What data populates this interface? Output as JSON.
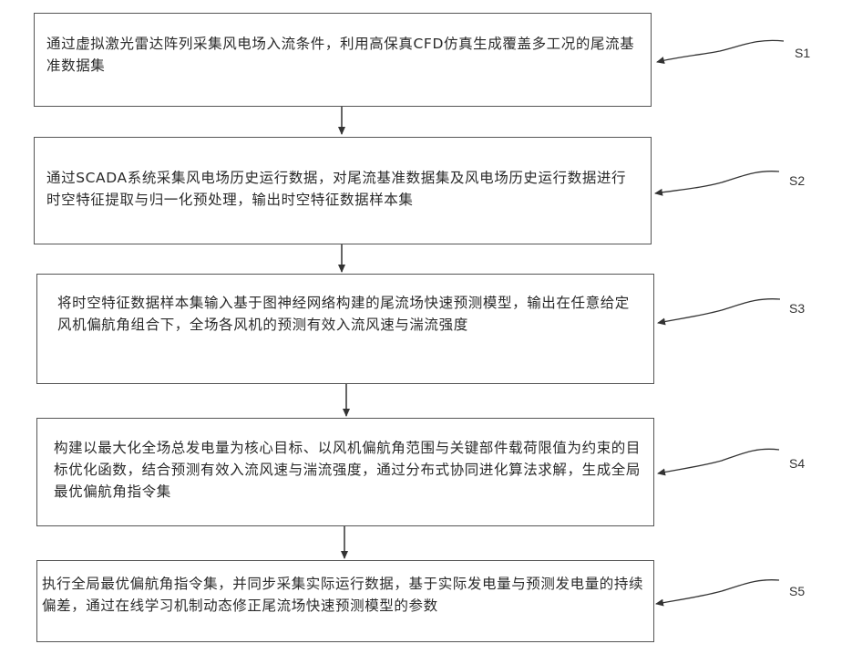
{
  "steps": [
    {
      "id": "S1",
      "text": "通过虚拟激光雷达阵列采集风电场入流条件，利用高保真CFD仿真生成覆盖多工况的尾流基准数据集"
    },
    {
      "id": "S2",
      "text": "通过SCADA系统采集风电场历史运行数据，对尾流基准数据集及风电场历史运行数据进行时空特征提取与归一化预处理，输出时空特征数据样本集"
    },
    {
      "id": "S3",
      "text": "将时空特征数据样本集输入基于图神经网络构建的尾流场快速预测模型，输出在任意给定风机偏航角组合下，全场各风机的预测有效入流风速与湍流强度"
    },
    {
      "id": "S4",
      "text": "构建以最大化全场总发电量为核心目标、以风机偏航角范围与关键部件载荷限值为约束的目标优化函数，结合预测有效入流风速与湍流强度，通过分布式协同进化算法求解，生成全局最优偏航角指令集"
    },
    {
      "id": "S5",
      "text": "执行全局最优偏航角指令集，并同步采集实际运行数据，基于实际发电量与预测发电量的持续偏差，通过在线学习机制动态修正尾流场快速预测模型的参数"
    }
  ]
}
